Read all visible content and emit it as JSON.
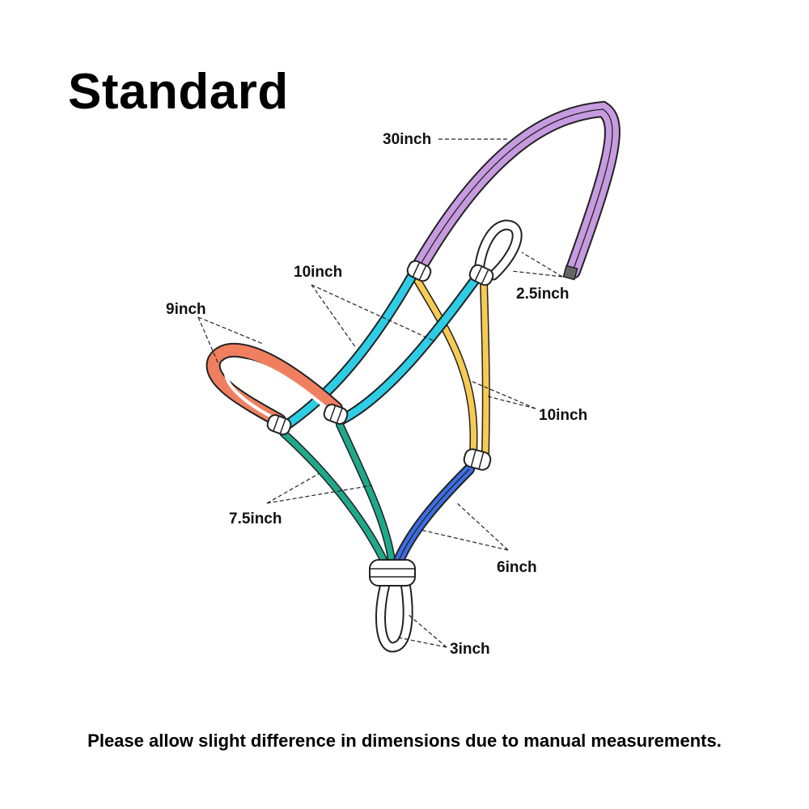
{
  "title": "Standard",
  "footer": "Please allow slight difference in dimensions due to manual measurements.",
  "colors": {
    "crown": "#c79be0",
    "cheek": "#2ecde6",
    "throat": "#f7cb52",
    "nose": "#f07f60",
    "chin": "#1fa98a",
    "lower": "#3d6ee6",
    "loop": "#ffffff",
    "outline": "#222222"
  },
  "labels": {
    "crown": "30inch",
    "eye_loop": "2.5inch",
    "cheek": "10inch",
    "throat": "10inch",
    "nose": "9inch",
    "chin": "7.5inch",
    "lower": "6inch",
    "lead_loop": "3inch"
  }
}
